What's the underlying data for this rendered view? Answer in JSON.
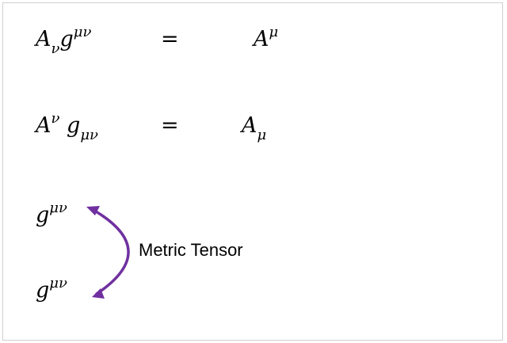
{
  "equations": [
    {
      "lhs": {
        "base1": "A",
        "sub1": "ν",
        "base2": "g",
        "sup2": "μν"
      },
      "operator": "=",
      "rhs": {
        "base": "A",
        "sup": "μ"
      }
    },
    {
      "lhs": {
        "base1": "A",
        "sup1": "ν",
        "base2": "g",
        "sub2": "μν"
      },
      "operator": "=",
      "rhs": {
        "base": "A",
        "sub": "μ"
      }
    }
  ],
  "metric_top": {
    "base": "g",
    "sup": "μν"
  },
  "metric_bottom": {
    "base": "g",
    "sup": "μν"
  },
  "metric_label": "Metric Tensor",
  "colors": {
    "arrow": "#7030a0",
    "text": "#000000",
    "border": "#d0d0d0"
  }
}
